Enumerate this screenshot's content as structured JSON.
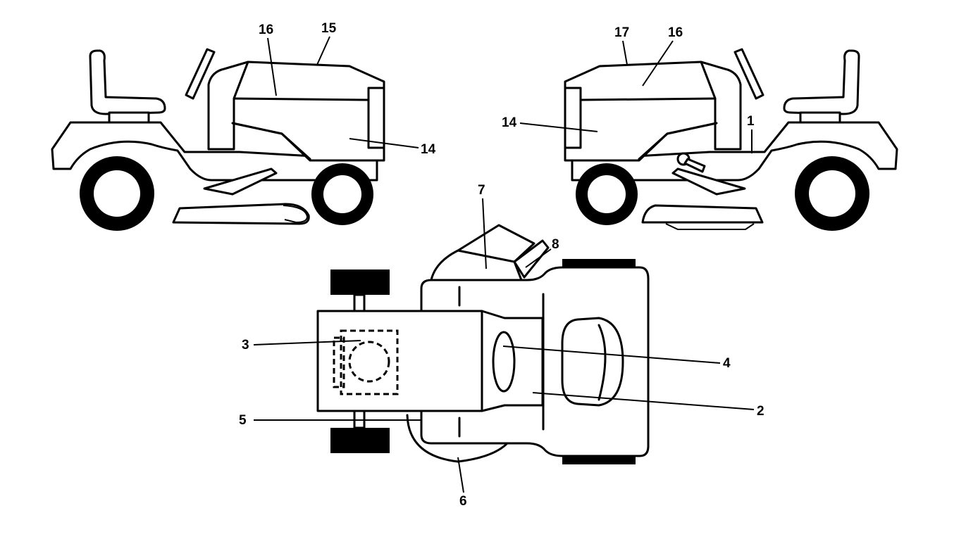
{
  "callouts": {
    "left_view": {
      "c16": "16",
      "c15": "15",
      "c14": "14"
    },
    "right_view": {
      "c17": "17",
      "c16": "16",
      "c14": "14",
      "c1": "1"
    },
    "top_view": {
      "c7": "7",
      "c8": "8",
      "c3": "3",
      "c4": "4",
      "c2": "2",
      "c5": "5",
      "c6": "6"
    }
  }
}
